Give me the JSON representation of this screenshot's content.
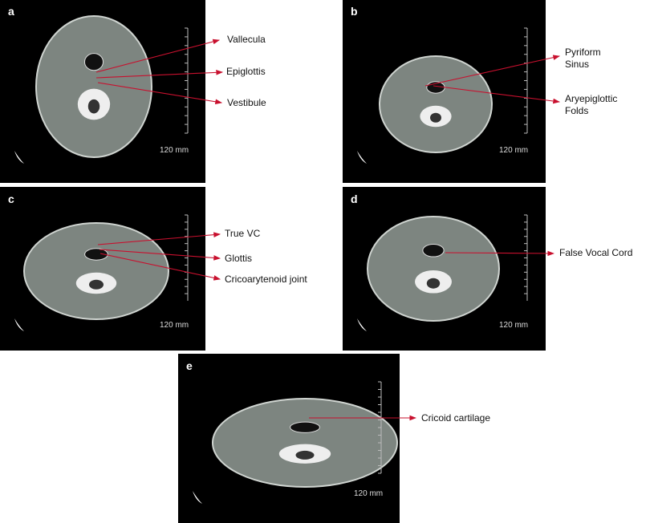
{
  "panels": [
    {
      "letter": "a",
      "scale": "120 mm",
      "labels": [
        "Vallecula",
        "Epiglottis",
        "Vestibule"
      ]
    },
    {
      "letter": "b",
      "scale": "120 mm",
      "labels": [
        "Pyriform Sinus",
        "Aryepiglottic Folds"
      ]
    },
    {
      "letter": "c",
      "scale": "120 mm",
      "labels": [
        "True VC",
        "Glottis",
        "Cricoarytenoid joint"
      ]
    },
    {
      "letter": "d",
      "scale": "120 mm",
      "labels": [
        "False Vocal Cord"
      ]
    },
    {
      "letter": "e",
      "scale": "120 mm",
      "labels": [
        "Cricoid cartilage"
      ]
    }
  ],
  "colors": {
    "arrow": "#c8102e",
    "background": "#000000"
  }
}
